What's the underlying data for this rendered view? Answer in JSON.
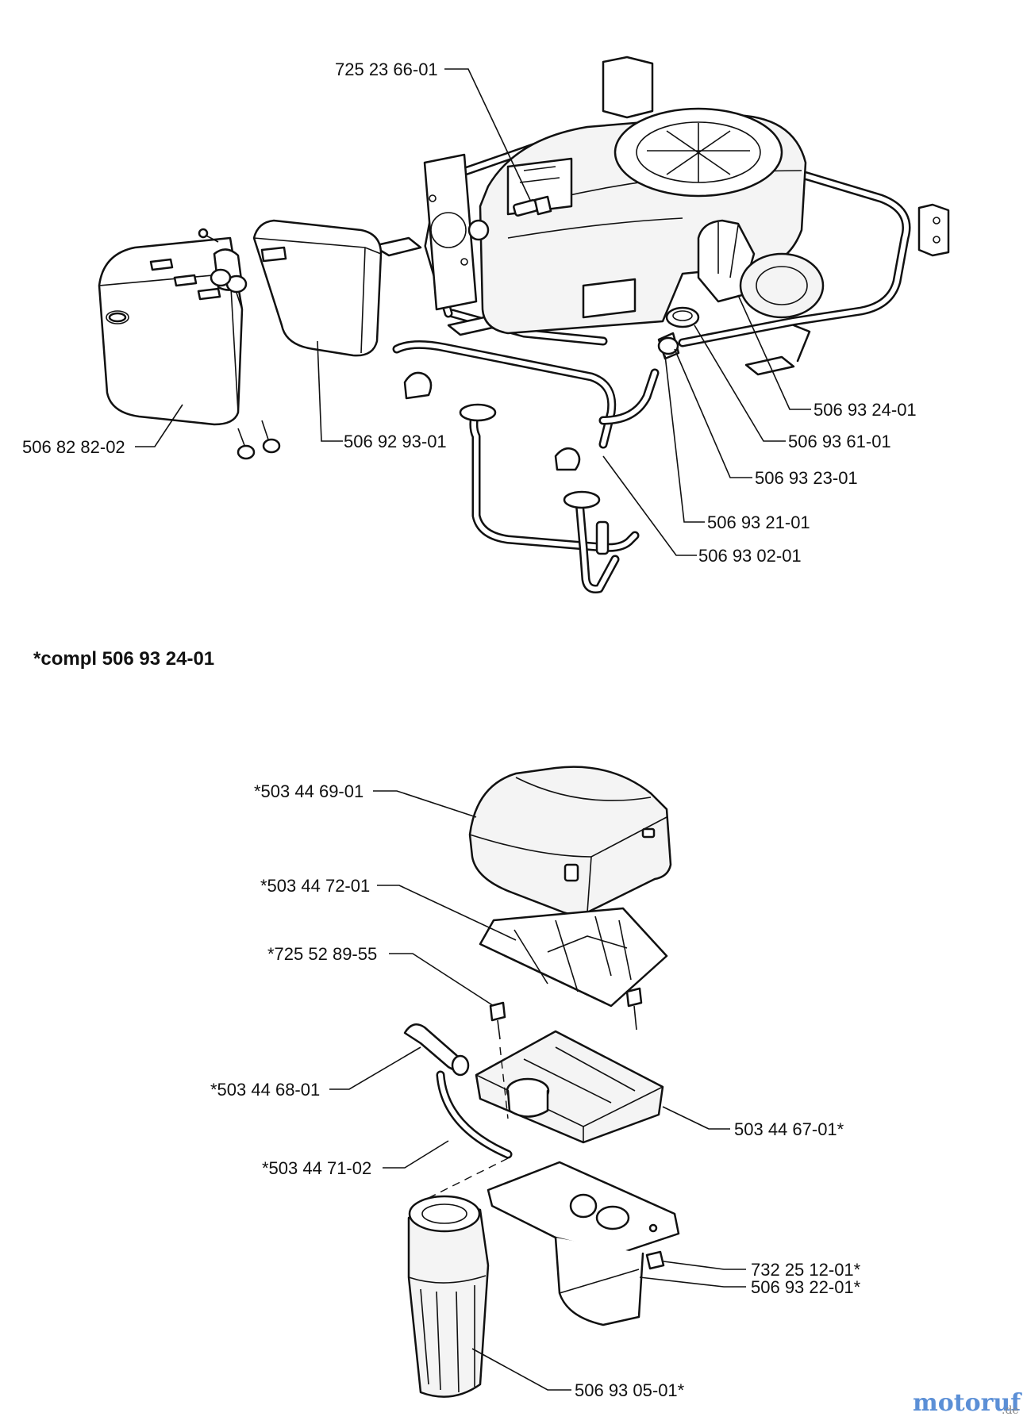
{
  "labels": {
    "p1": "725 23 66-01",
    "p2": "506 82 82-02",
    "p3": "506 92 93-01",
    "p4": "506 93 24-01",
    "p5": "506 93 61-01",
    "p6": "506 93 23-01",
    "p7": "506 93 21-01",
    "p8": "506 93 02-01",
    "p9": "*503 44 69-01",
    "p10": "*503 44 72-01",
    "p11": "*725 52 89-55",
    "p12": "*503 44 68-01",
    "p13": "503 44 67-01*",
    "p14": "*503 44 71-02",
    "p15": "732 25 12-01*",
    "p16": "506 93 22-01*",
    "p17": "506 93 05-01*"
  },
  "note": "*compl 506 93 24-01",
  "watermark": {
    "main": "motoruf",
    "suffix": ".de"
  }
}
